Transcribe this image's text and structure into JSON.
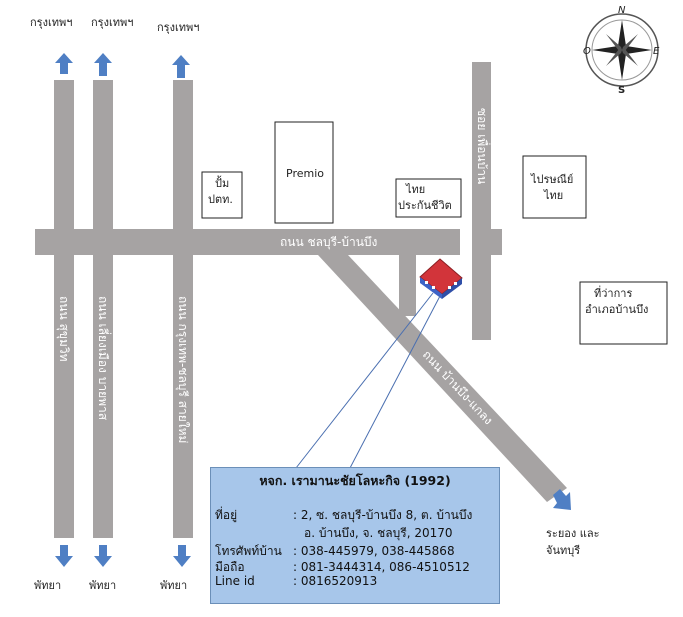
{
  "directions": {
    "top_left_1": "กรุงเทพฯ",
    "top_left_2": "กรุงเทพฯ",
    "top_left_3": "กรุงเทพฯ",
    "bottom_left_1": "พัทยา",
    "bottom_left_2": "พัทยา",
    "bottom_left_3": "พัทยา",
    "bottom_right": [
      "ระยอง และ",
      "จันทบุรี"
    ]
  },
  "compass": {
    "n": "N",
    "s": "S",
    "e": "E",
    "w": "O"
  },
  "roads": {
    "main_horizontal": "ถนน ชลบุรี-บ้านบึง",
    "diagonal": "ถนน บ้านบึง-แกลง",
    "vertical_1": "ถนน สุขุมวิท",
    "vertical_2": "ถนน เลี่ยงเมือง บายพาส",
    "vertical_3": "ถนน กรุงเทพ-ชลบุรี สายใหม่",
    "soi": "ซอย เพื่อนบ้าน"
  },
  "landmarks": {
    "gas_station": [
      "ปั้ม",
      "ปตท."
    ],
    "premio": "Premio",
    "insurance": [
      "ไทย",
      "ประกันชีวิต"
    ],
    "post_office": [
      "ไปรษณีย์",
      "ไทย"
    ],
    "district_office": [
      "ที่ว่าการ",
      "อำเภอบ้านบึง"
    ]
  },
  "info": {
    "company": "หจก. เรามานะชัยโลหะกิจ (1992)",
    "address_label": "ที่อยู่",
    "address_line1": ": 2, ซ. ชลบุรี-บ้านบึง 8, ต. บ้านบึง",
    "address_line2": "อ. บ้านบึง, จ. ชลบุรี, 20170",
    "phone_label": "โทรศัพท์บ้าน",
    "phone_value": ": 038-445979, 038-445868",
    "mobile_label": "มือถือ",
    "mobile_value": ": 081-3444314, 086-4510512",
    "line_label": "Line id",
    "line_value": ": 0816520913"
  },
  "colors": {
    "road": "#a6a3a3",
    "arrow": "#4f7fc4",
    "info_bg": "#a7c6ea",
    "building": "#d2343a",
    "leader": "#4a6fb0"
  }
}
